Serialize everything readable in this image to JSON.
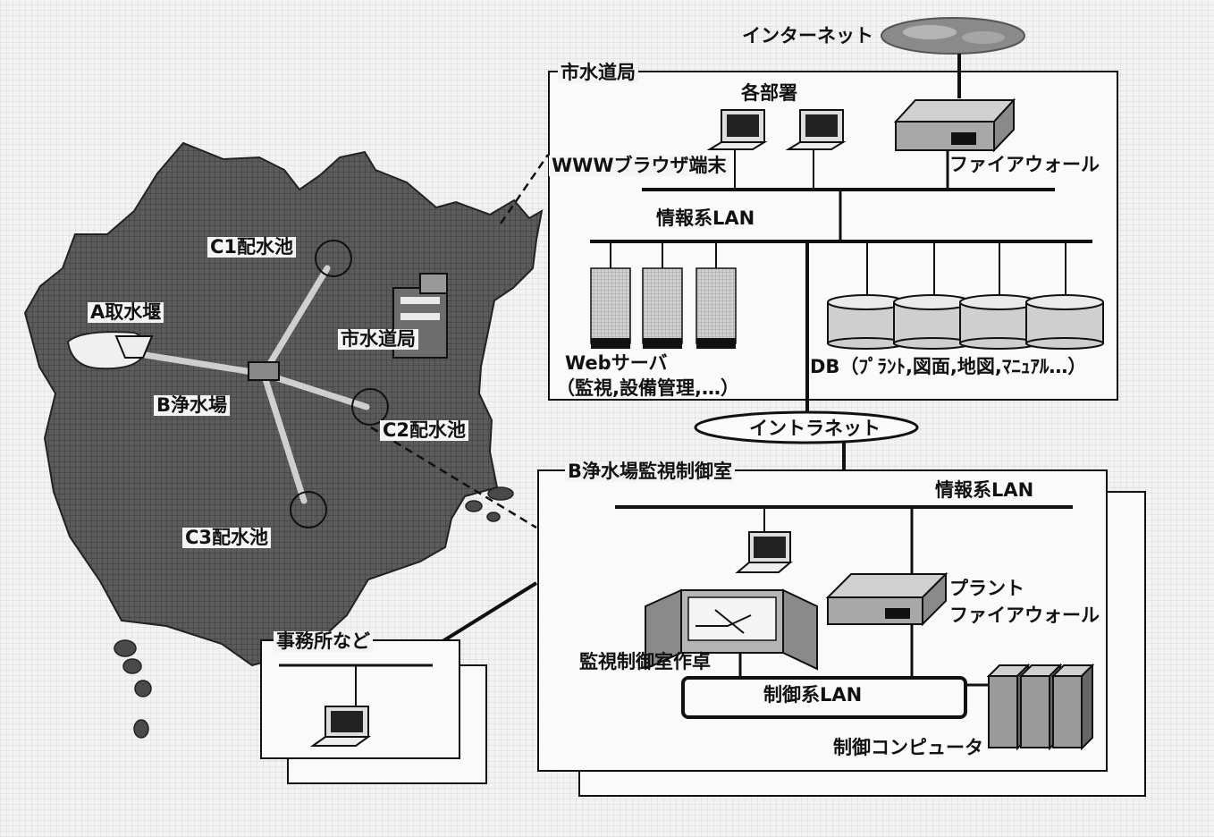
{
  "internet": "インターネット",
  "city_water": {
    "title": "市水道局",
    "departments": "各部署",
    "browser": "WWWブラウザ端末",
    "firewall": "ファイアウォール",
    "info_lan": "情報系LAN",
    "web_server": "Webサーバ",
    "web_server_sub": "（監視,設備管理,…）",
    "db": "DB（ﾌﾟﾗﾝﾄ,図面,地図,ﾏﾆｭｱﾙ…）"
  },
  "intranet": "イントラネット",
  "plant_room": {
    "title": "B浄水場監視制御室",
    "info_lan": "情報系LAN",
    "plant_fw_1": "プラント",
    "plant_fw_2": "ファイアウォール",
    "console": "監視制御室作卓",
    "control_lan": "制御系LAN",
    "control_computer": "制御コンピュータ"
  },
  "office": {
    "title": "事務所など"
  },
  "map": {
    "c1": "C1配水池",
    "a": "A取水堰",
    "city": "市水道局",
    "b": "B浄水場",
    "c2": "C2配水池",
    "c3": "C3配水池"
  }
}
